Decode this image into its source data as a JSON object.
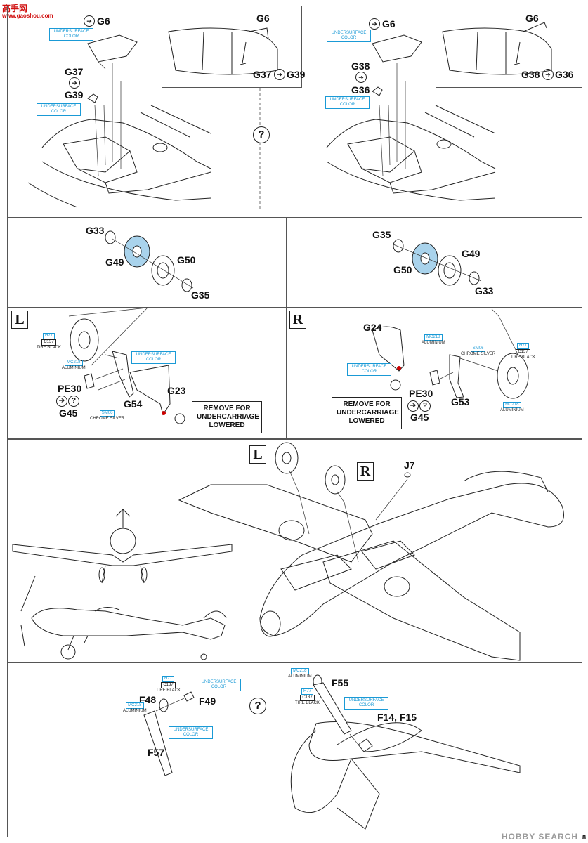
{
  "logo": {
    "line1": "高手网",
    "line2": "www.gaoshou.com"
  },
  "watermark": "HOBBY SEARCH",
  "page_number": "8",
  "color_labels": {
    "undersurface": "UNDERSURFACE COLOR",
    "tire_black": "TIRE BLACK",
    "aluminium": "ALUMINIUM",
    "chrome_silver": "CHROME SILVER"
  },
  "codes": {
    "h77": "H77",
    "c137": "C137",
    "mc218": "MC218",
    "sm06": "SM06"
  },
  "step_top_left": {
    "g6": "G6",
    "g37": "G37",
    "g39": "G39",
    "g6b": "G6",
    "g37b": "G37",
    "g39b": "G39"
  },
  "step_top_right": {
    "g6": "G6",
    "g38": "G38",
    "g36": "G36",
    "g6b": "G6",
    "g38b": "G38",
    "g36b": "G36"
  },
  "wheel_left": {
    "g33": "G33",
    "g49": "G49",
    "g50": "G50",
    "g35": "G35"
  },
  "wheel_right": {
    "g35": "G35",
    "g49": "G49",
    "g50": "G50",
    "g33": "G33"
  },
  "gear_left": {
    "side": "L",
    "pe30": "PE30",
    "g45": "G45",
    "g54": "G54",
    "g23": "G23",
    "note": "REMOVE FOR UNDERCARRIAGE LOWERED"
  },
  "gear_right": {
    "side": "R",
    "g24": "G24",
    "pe30": "PE30",
    "g45": "G45",
    "g53": "G53",
    "note": "REMOVE FOR UNDERCARRIAGE LOWERED"
  },
  "main_view": {
    "left": "L",
    "right": "R",
    "j7": "J7"
  },
  "tail": {
    "f48": "F48",
    "f49": "F49",
    "f57": "F57",
    "f55": "F55",
    "f14": "F14, F15"
  },
  "option_mark": "?"
}
